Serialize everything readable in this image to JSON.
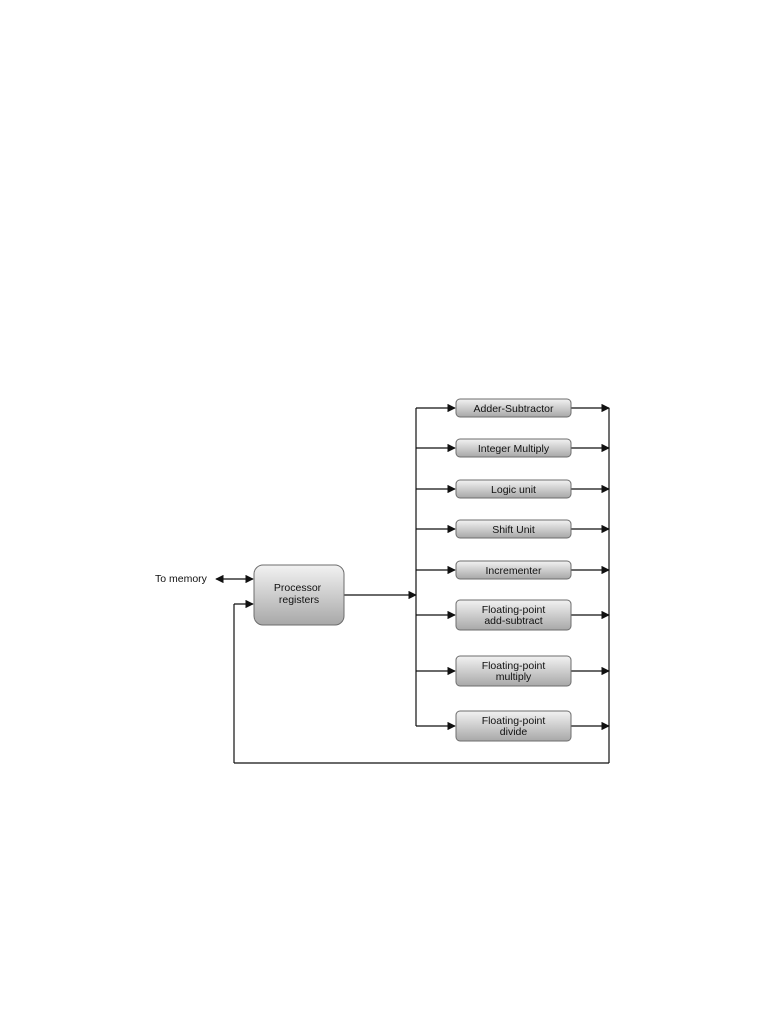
{
  "diagram": {
    "external_label": "To memory",
    "processor": {
      "lines": [
        "Processor",
        "registers"
      ]
    },
    "units": [
      {
        "id": "adder-subtractor",
        "lines": [
          "Adder-Subtractor"
        ]
      },
      {
        "id": "integer-multiply",
        "lines": [
          "Integer Multiply"
        ]
      },
      {
        "id": "logic-unit",
        "lines": [
          "Logic unit"
        ]
      },
      {
        "id": "shift-unit",
        "lines": [
          "Shift Unit"
        ]
      },
      {
        "id": "incrementer",
        "lines": [
          "Incrementer"
        ]
      },
      {
        "id": "fp-add-subtract",
        "lines": [
          "Floating-point",
          "add-subtract"
        ]
      },
      {
        "id": "fp-multiply",
        "lines": [
          "Floating-point",
          "multiply"
        ]
      },
      {
        "id": "fp-divide",
        "lines": [
          "Floating-point",
          "divide"
        ]
      }
    ],
    "colors": {
      "box_fill_top": "#f2f2f2",
      "box_fill_bottom": "#a8a8a8",
      "box_stroke": "#6d6d6d",
      "line": "#111111"
    }
  }
}
